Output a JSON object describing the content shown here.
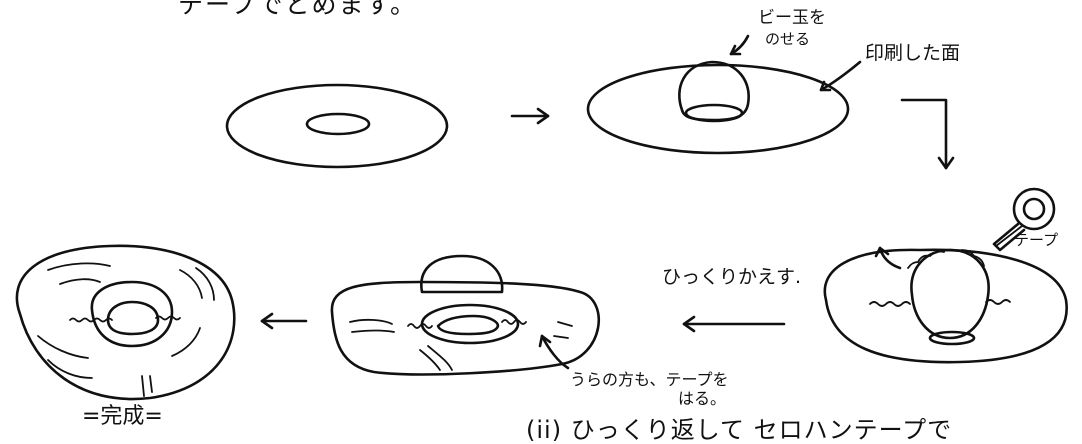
{
  "texts": {
    "top_caption": "テープでとめます。",
    "marble_note_line1": "ビー玉を",
    "marble_note_line2": "のせる",
    "printed_side": "印刷した面",
    "tape_label": "テープ",
    "flip_label": "ひっくりかえす.",
    "back_note_line1": "うらの方も、テープを",
    "back_note_line2": "はる。",
    "complete_label": "=完成=",
    "step_caption": "(ii) ひっくり返して セロハンテープで"
  },
  "colors": {
    "ink": "#111111",
    "background": "#ffffff"
  }
}
